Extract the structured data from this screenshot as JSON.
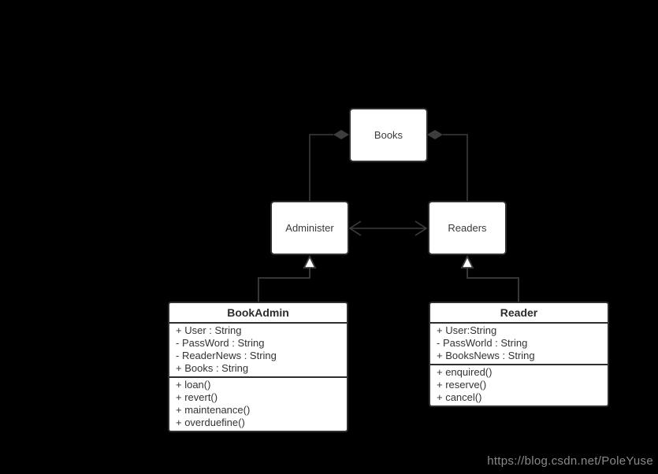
{
  "colors": {
    "background": "#000000",
    "node_fill": "#ffffff",
    "node_border": "#2e2e2e",
    "connector": "#3d3d3d",
    "node_text": "#3a3a3a",
    "class_text": "#333333",
    "watermark_text": "#8a8a8a"
  },
  "nodes": [
    {
      "id": "books",
      "label": "Books"
    },
    {
      "id": "administer",
      "label": "Administer"
    },
    {
      "id": "readers",
      "label": "Readers"
    }
  ],
  "classes": [
    {
      "id": "bookadmin",
      "name": "BookAdmin",
      "attributes": [
        "+ User : String",
        "- PassWord : String",
        "- ReaderNews : String",
        "+ Books : String"
      ],
      "methods": [
        "+ loan()",
        "+ revert()",
        "+ maintenance()",
        "+ overduefine()"
      ]
    },
    {
      "id": "reader",
      "name": "Reader",
      "attributes": [
        "+ User:String",
        "- PassWorld : String",
        "+ BooksNews : String"
      ],
      "methods": [
        "+ enquired()",
        "+ reserve()",
        "+ cancel()"
      ]
    }
  ],
  "relationships": [
    {
      "type": "composition",
      "from": "Administer",
      "to": "Books"
    },
    {
      "type": "composition",
      "from": "Readers",
      "to": "Books"
    },
    {
      "type": "bidirectional-association",
      "from": "Administer",
      "to": "Readers"
    },
    {
      "type": "generalization",
      "from": "BookAdmin",
      "to": "Administer"
    },
    {
      "type": "generalization",
      "from": "Reader",
      "to": "Readers"
    }
  ],
  "watermark": {
    "text": "https://blog.csdn.net/PoleYuse"
  }
}
